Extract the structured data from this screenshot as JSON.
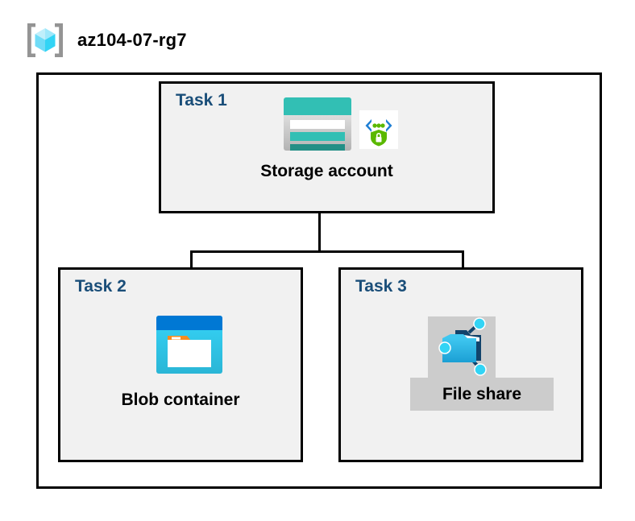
{
  "header": {
    "icon_name": "azure-resource-group-icon",
    "title": "az104-07-rg7"
  },
  "diagram": {
    "container_name": "resource-group-container",
    "tasks": [
      {
        "id": "task1",
        "label": "Task 1",
        "node_label": "Storage account",
        "icon_name": "storage-account-icon",
        "badge_icon_name": "private-endpoint-shield-icon",
        "selected": false
      },
      {
        "id": "task2",
        "label": "Task 2",
        "node_label": "Blob container",
        "icon_name": "blob-container-icon",
        "selected": false
      },
      {
        "id": "task3",
        "label": "Task 3",
        "node_label": "File share",
        "icon_name": "file-share-icon",
        "selected": true
      }
    ],
    "connectors": [
      {
        "name": "storage-to-bus-trunk",
        "from": "task1",
        "to": "bus"
      },
      {
        "name": "bus-to-blob-container",
        "from": "bus",
        "to": "task2"
      },
      {
        "name": "bus-to-file-share",
        "from": "bus",
        "to": "task3"
      }
    ]
  },
  "colors": {
    "task_label": "#1a4e79",
    "box_fill": "#f1f1f1",
    "box_border": "#000000",
    "selection_highlight": "#cccccc",
    "storage_teal": "#32bfb4",
    "storage_teal_dark": "#238f86",
    "blob_blue": "#0078d4",
    "blob_cyan": "#32d4f5",
    "blob_orange": "#f78d1e",
    "fileshare_blue": "#29b6e8",
    "fileshare_navy": "#12436b",
    "shield_green": "#5ab800",
    "cube_cyan": "#9fe8fb",
    "bracket_gray": "#949494"
  }
}
